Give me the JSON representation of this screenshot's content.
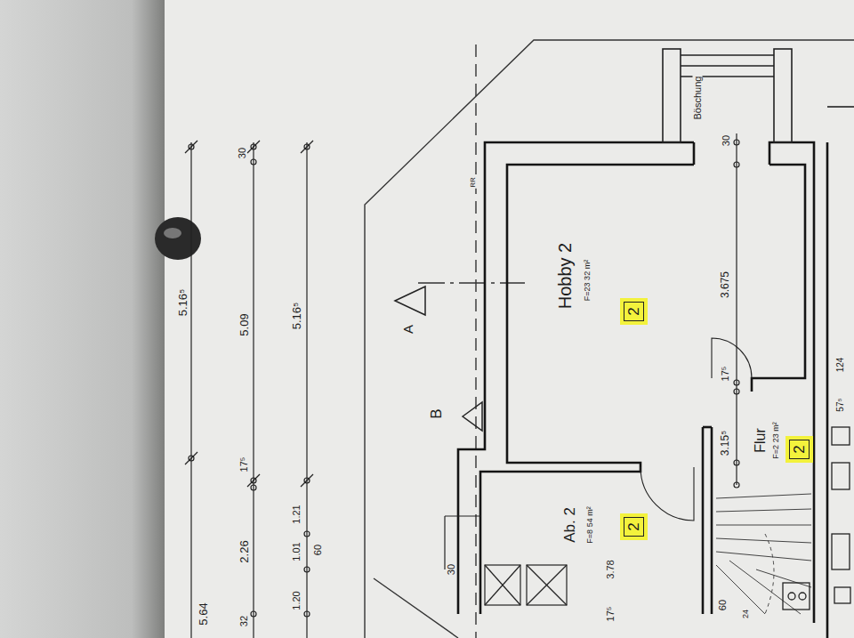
{
  "diagram": {
    "nodes": [
      {
        "text": [
          "Hobby 2",
          "F=23 32 m²"
        ]
      },
      {
        "text": [
          "2"
        ],
        "in": 0
      },
      {
        "text": [
          "Ab. 2",
          "F=8 54 m²"
        ]
      },
      {
        "text": [
          "2"
        ],
        "in": 2
      },
      {
        "text": [
          "Flur",
          "F=2 23 m²"
        ]
      },
      {
        "text": [
          "2"
        ],
        "in": 4
      }
    ],
    "labels": [
      "5.16⁵",
      "5.64",
      "30",
      "5.09",
      "17⁵",
      "2.26",
      "32",
      "5.16⁵",
      "1.21",
      "1.01",
      "60",
      "1.20",
      "Böschung",
      "30",
      "RR",
      "A",
      "B",
      "3.675",
      "17⁵",
      "3.15⁵",
      "30",
      "3.78",
      "17⁵",
      "60",
      "24",
      "57⁵",
      "124"
    ]
  }
}
